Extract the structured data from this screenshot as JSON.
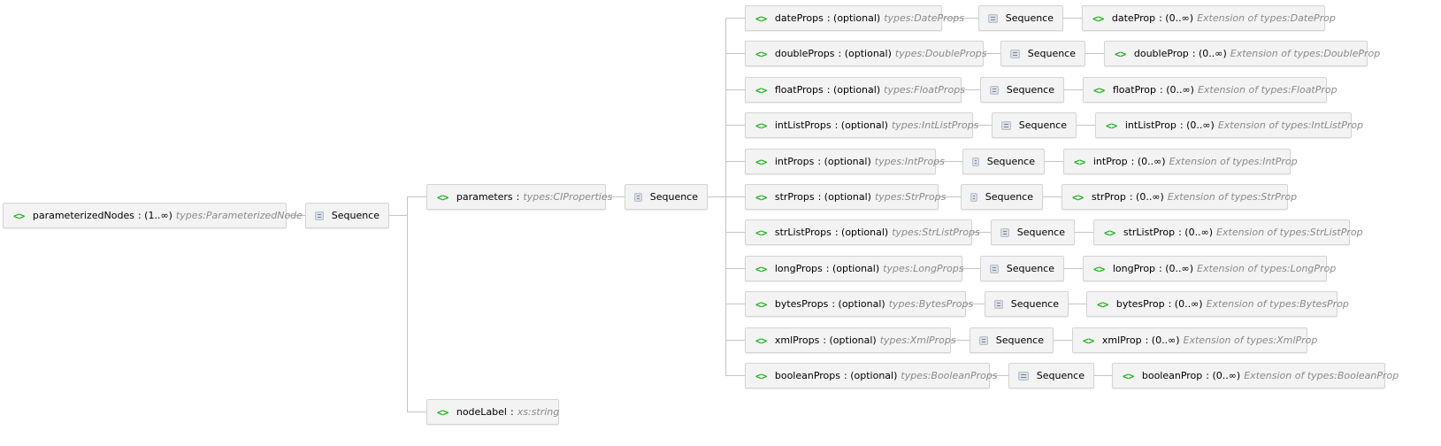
{
  "root": {
    "name": "parameterizedNodes",
    "occurrence": ": (1..∞)",
    "type": "types:ParameterizedNode"
  },
  "sequence_label": "Sequence",
  "parameters": {
    "name": "parameters",
    "occurrence": ":",
    "type": "types:CIProperties"
  },
  "node_label": {
    "name": "nodeLabel",
    "occurrence": ":",
    "type": "xs:string"
  },
  "props": [
    {
      "name": "dateProps",
      "occurrence": ": (optional)",
      "type": "types:DateProps",
      "child_name": "dateProp",
      "child_occurrence": ": (0..∞)",
      "child_type": "Extension of types:DateProp"
    },
    {
      "name": "doubleProps",
      "occurrence": ": (optional)",
      "type": "types:DoubleProps",
      "child_name": "doubleProp",
      "child_occurrence": ": (0..∞)",
      "child_type": "Extension of types:DoubleProp"
    },
    {
      "name": "floatProps",
      "occurrence": ": (optional)",
      "type": "types:FloatProps",
      "child_name": "floatProp",
      "child_occurrence": ": (0..∞)",
      "child_type": "Extension of types:FloatProp"
    },
    {
      "name": "intListProps",
      "occurrence": ": (optional)",
      "type": "types:IntListProps",
      "child_name": "intListProp",
      "child_occurrence": ": (0..∞)",
      "child_type": "Extension of types:IntListProp"
    },
    {
      "name": "intProps",
      "occurrence": ": (optional)",
      "type": "types:IntProps",
      "child_name": "intProp",
      "child_occurrence": ": (0..∞)",
      "child_type": "Extension of types:IntProp"
    },
    {
      "name": "strProps",
      "occurrence": ": (optional)",
      "type": "types:StrProps",
      "child_name": "strProp",
      "child_occurrence": ": (0..∞)",
      "child_type": "Extension of types:StrProp"
    },
    {
      "name": "strListProps",
      "occurrence": ": (optional)",
      "type": "types:StrListProps",
      "child_name": "strListProp",
      "child_occurrence": ": (0..∞)",
      "child_type": "Extension of types:StrListProp"
    },
    {
      "name": "longProps",
      "occurrence": ": (optional)",
      "type": "types:LongProps",
      "child_name": "longProp",
      "child_occurrence": ": (0..∞)",
      "child_type": "Extension of types:LongProp"
    },
    {
      "name": "bytesProps",
      "occurrence": ": (optional)",
      "type": "types:BytesProps",
      "child_name": "bytesProp",
      "child_occurrence": ": (0..∞)",
      "child_type": "Extension of types:BytesProp"
    },
    {
      "name": "xmlProps",
      "occurrence": ": (optional)",
      "type": "types:XmlProps",
      "child_name": "xmlProp",
      "child_occurrence": ": (0..∞)",
      "child_type": "Extension of types:XmlProp"
    },
    {
      "name": "booleanProps",
      "occurrence": ": (optional)",
      "type": "types:BooleanProps",
      "child_name": "booleanProp",
      "child_occurrence": ": (0..∞)",
      "child_type": "Extension of types:BooleanProp"
    }
  ]
}
